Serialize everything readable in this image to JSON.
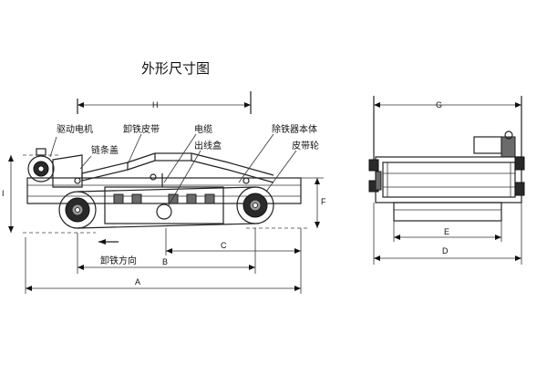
{
  "title": "外形尺寸图",
  "labels": {
    "drive_motor": "驱动电机",
    "chain_cover": "链条盖",
    "discharge_belt": "卸铁皮带",
    "cable": "电缆",
    "junction_box": "出线盒",
    "iron_remover_body": "除铁器本体",
    "belt_wheel": "皮带轮",
    "discharge_direction": "卸铁方向"
  },
  "dimensions": {
    "H": "H",
    "A": "A",
    "B": "B",
    "C": "C",
    "I": "I",
    "F": "F",
    "G": "G",
    "E": "E",
    "D": "D"
  }
}
